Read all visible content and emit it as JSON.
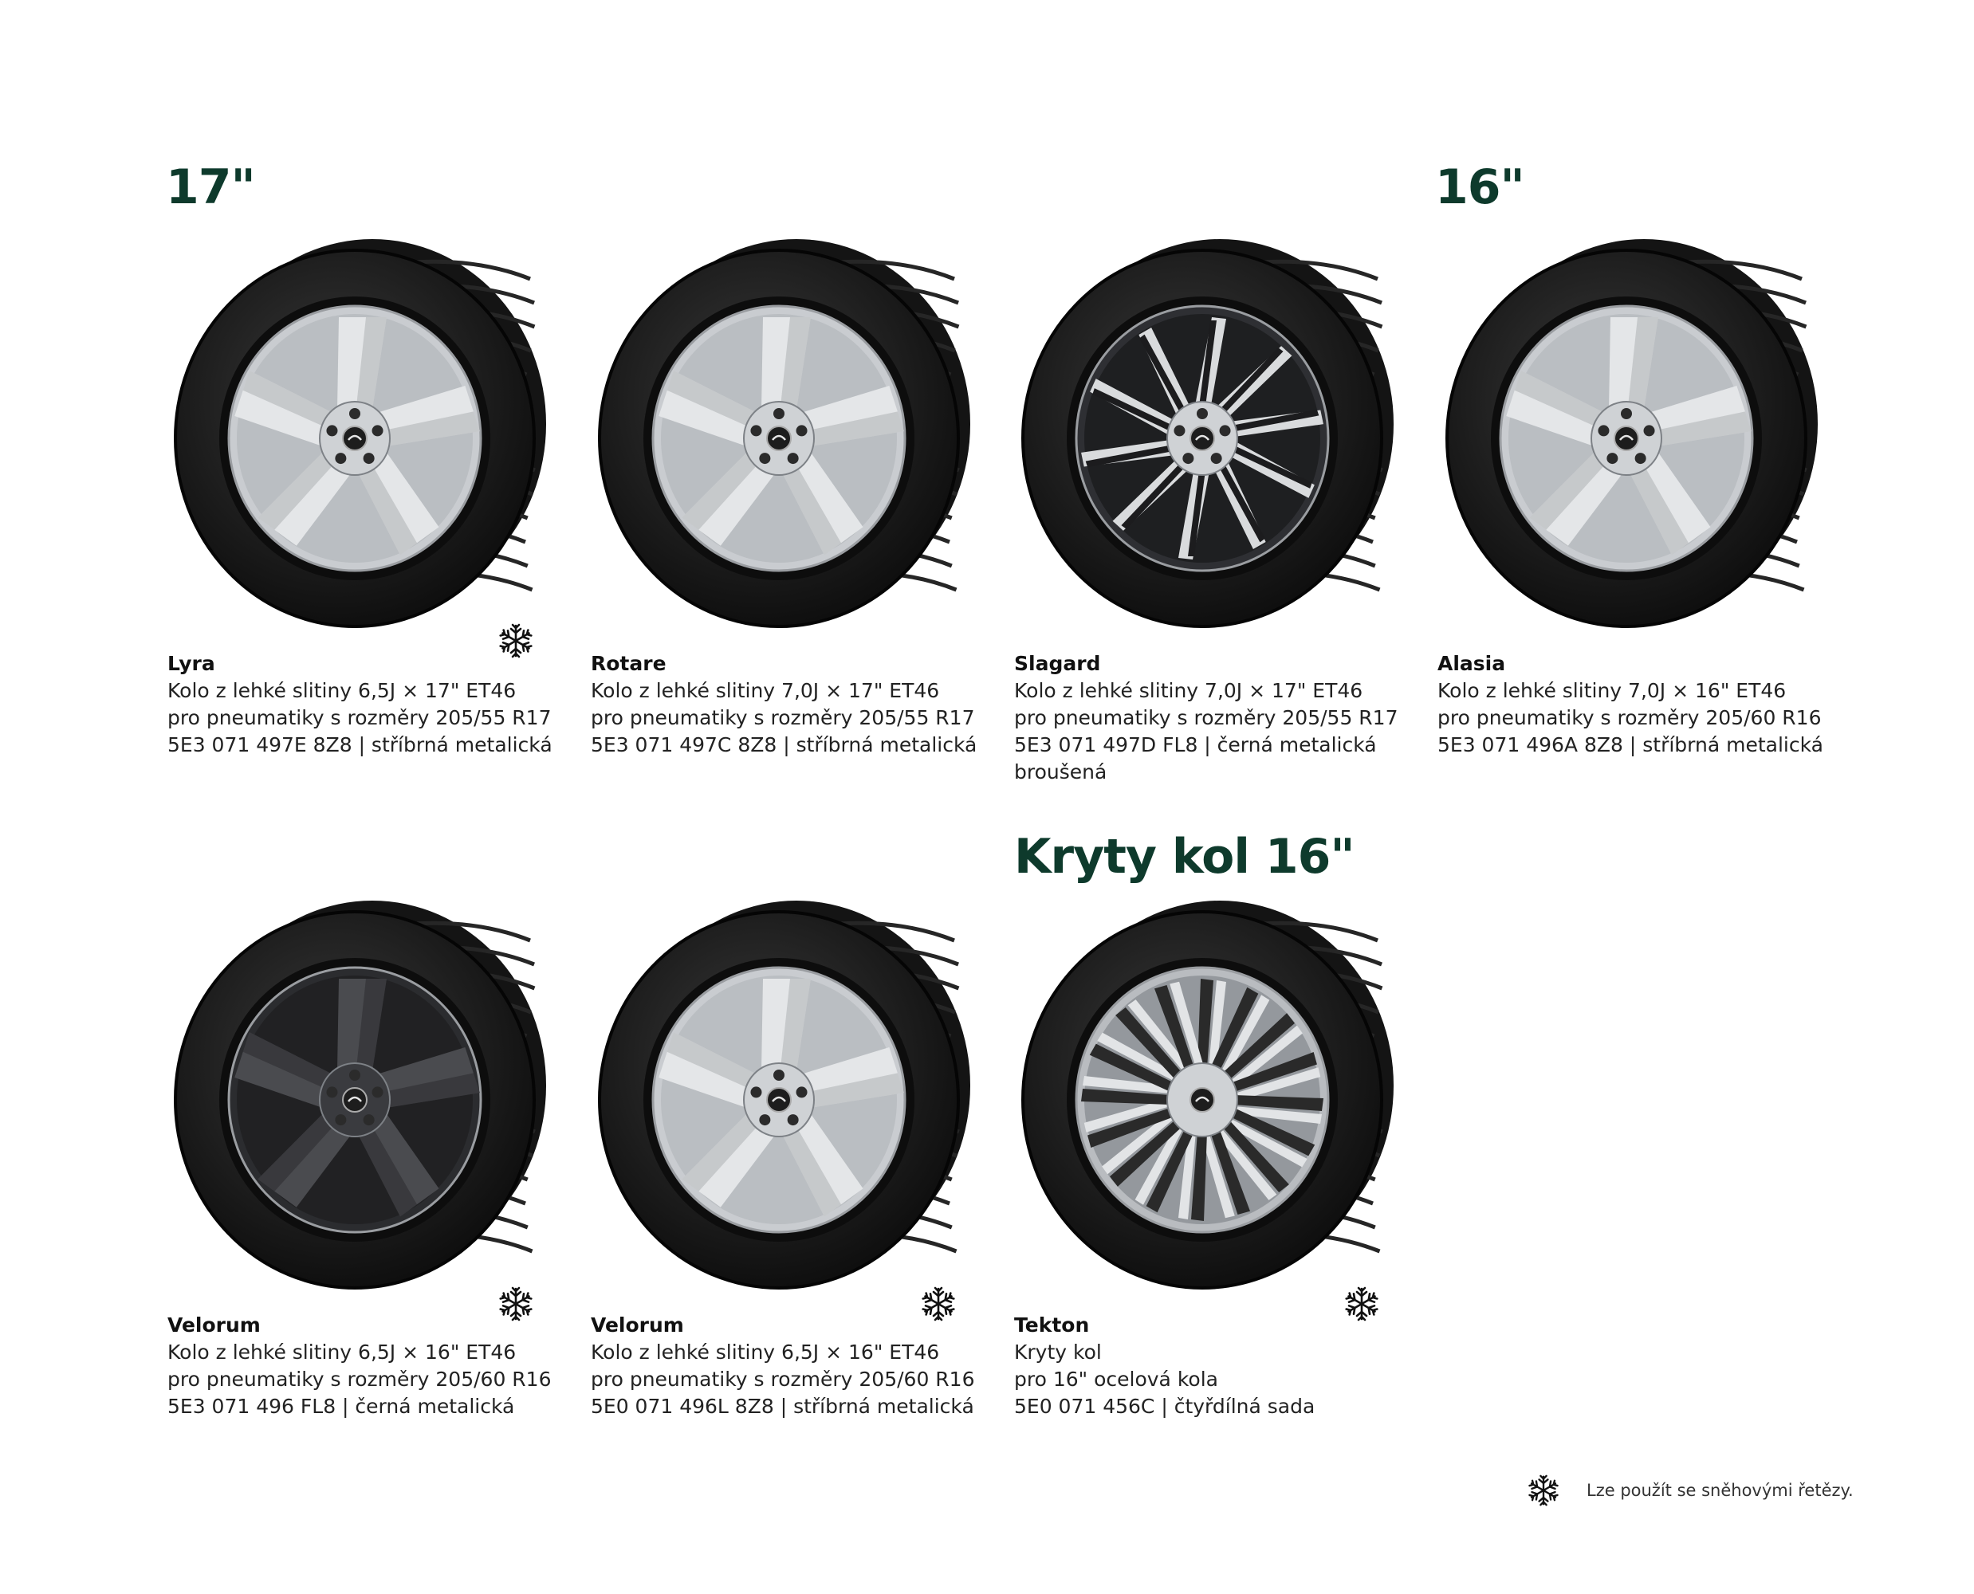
{
  "headings": {
    "size17": "17\"",
    "size16": "16\"",
    "covers16": "Kryty kol 16\""
  },
  "products": [
    {
      "name": "Lyra",
      "line1": "Kolo z lehké slitiny 6,5J × 17\" ET46",
      "line2": "pro pneumatiky s rozměry 205/55 R17",
      "line3": "5E3 071 497E 8Z8  | stříbrná metalická",
      "line4": "",
      "snow_chains": true,
      "finish": "silver"
    },
    {
      "name": "Rotare",
      "line1": "Kolo z lehké slitiny 7,0J × 17\" ET46",
      "line2": "pro pneumatiky s rozměry 205/55 R17",
      "line3": "5E3 071 497C 8Z8  | stříbrná metalická",
      "line4": "",
      "snow_chains": false,
      "finish": "silver"
    },
    {
      "name": "Slagard",
      "line1": "Kolo z lehké slitiny 7,0J × 17\" ET46",
      "line2": "pro pneumatiky s rozměry 205/55 R17",
      "line3": "5E3 071 497D FL8  | černá metalická",
      "line4": "broušená",
      "snow_chains": false,
      "finish": "black-polished"
    },
    {
      "name": "Alasia",
      "line1": "Kolo z lehké slitiny 7,0J × 16\" ET46",
      "line2": "pro pneumatiky s rozměry 205/60 R16",
      "line3": "5E3 071 496A 8Z8  | stříbrná metalická",
      "line4": "",
      "snow_chains": false,
      "finish": "silver"
    },
    {
      "name": "Velorum",
      "line1": "Kolo z lehké slitiny 6,5J × 16\" ET46",
      "line2": "pro pneumatiky s rozměry 205/60 R16",
      "line3": "5E3 071 496 FL8  | černá metalická",
      "line4": "",
      "snow_chains": true,
      "finish": "black"
    },
    {
      "name": "Velorum",
      "line1": "Kolo z lehké slitiny 6,5J × 16\" ET46",
      "line2": "pro pneumatiky s rozměry 205/60 R16",
      "line3": "5E0 071 496L 8Z8  | stříbrná metalická",
      "line4": "",
      "snow_chains": true,
      "finish": "silver"
    },
    {
      "name": "Tekton",
      "line1": "Kryty kol",
      "line2": "pro 16\" ocelová kola",
      "line3": "5E0 071 456C  | čtyřdílná sada",
      "line4": "",
      "snow_chains": true,
      "finish": "wheel-cover"
    }
  ],
  "legend": {
    "icon": "snowflake-icon",
    "text": "Lze použít se sněhovými řetězy."
  },
  "colors": {
    "heading": "#0e3a2c",
    "tire": "#1c1c1c",
    "silver_rim": "#d4d6d8",
    "dark_rim": "#3c3d40"
  }
}
